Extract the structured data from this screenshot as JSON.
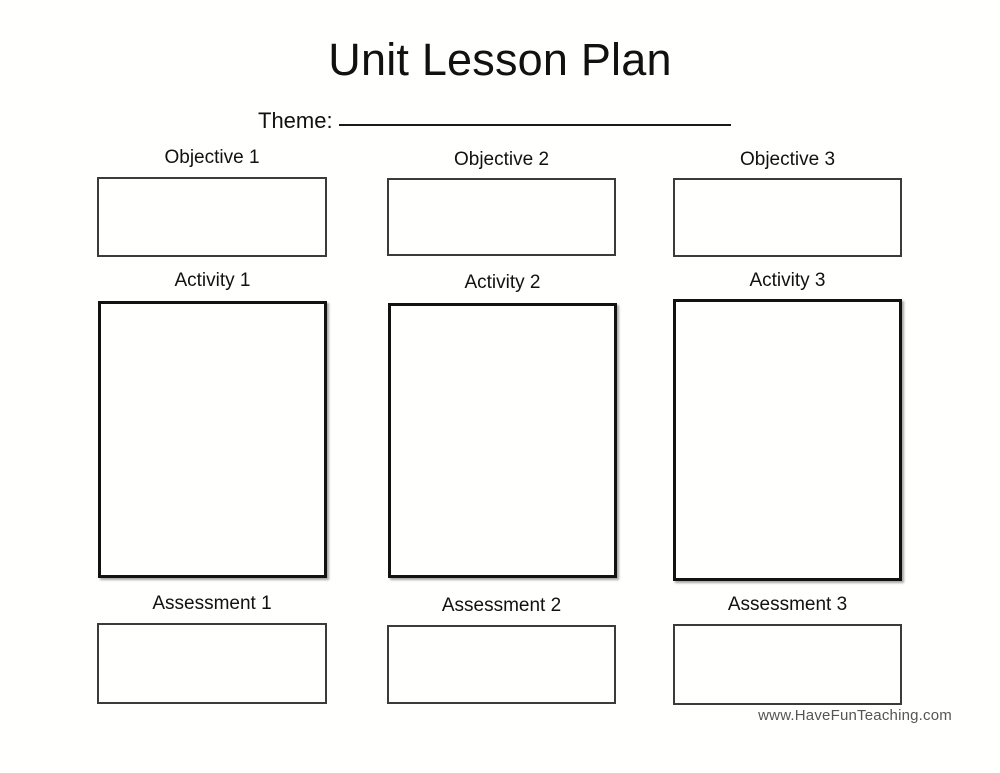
{
  "page": {
    "title": "Unit Lesson Plan",
    "background_color": "#fffffd",
    "ink_color": "#111111"
  },
  "theme": {
    "label": "Theme:",
    "value": "",
    "placeholder": ""
  },
  "columns": [
    {
      "objective": {
        "label": "Objective 1",
        "value": ""
      },
      "activity": {
        "label": "Activity 1",
        "value": ""
      },
      "assessment": {
        "label": "Assessment 1",
        "value": ""
      }
    },
    {
      "objective": {
        "label": "Objective 2",
        "value": ""
      },
      "activity": {
        "label": "Activity 2",
        "value": ""
      },
      "assessment": {
        "label": "Assessment 2",
        "value": ""
      }
    },
    {
      "objective": {
        "label": "Objective 3",
        "value": ""
      },
      "activity": {
        "label": "Activity 3",
        "value": ""
      },
      "assessment": {
        "label": "Assessment 3",
        "value": ""
      }
    }
  ],
  "footer": {
    "text": "www.HaveFunTeaching.com"
  }
}
